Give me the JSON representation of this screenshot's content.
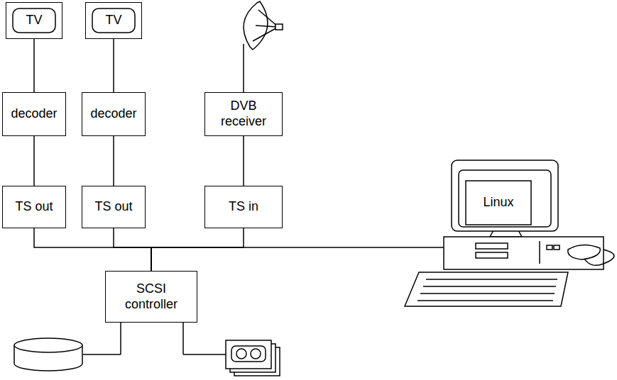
{
  "diagram": {
    "nodes": [
      {
        "text": [
          "TV"
        ]
      },
      {
        "text": [
          "TV"
        ]
      },
      {
        "text": [
          "decoder"
        ]
      },
      {
        "text": [
          "decoder"
        ]
      },
      {
        "text": [
          "DVB receiver"
        ]
      },
      {
        "text": [
          "TS out"
        ]
      },
      {
        "text": [
          "TS out"
        ]
      },
      {
        "text": [
          "TS in"
        ]
      },
      {
        "text": [
          "Linux"
        ]
      },
      {
        "text": [
          "SCSI controller"
        ]
      }
    ],
    "edges": [
      {
        "from": 0,
        "to": 2,
        "arrow": "none"
      },
      {
        "from": 1,
        "to": 3,
        "arrow": "none"
      },
      {
        "from": 2,
        "to": 5,
        "arrow": "none"
      },
      {
        "from": 3,
        "to": 6,
        "arrow": "none"
      },
      {
        "from": 4,
        "to": 7,
        "arrow": "none"
      },
      {
        "from": 5,
        "to": 9,
        "arrow": "none"
      },
      {
        "from": 6,
        "to": 9,
        "arrow": "none"
      },
      {
        "from": 7,
        "to": 9,
        "arrow": "none"
      },
      {
        "from": 8,
        "to": 9,
        "arrow": "none"
      }
    ]
  }
}
